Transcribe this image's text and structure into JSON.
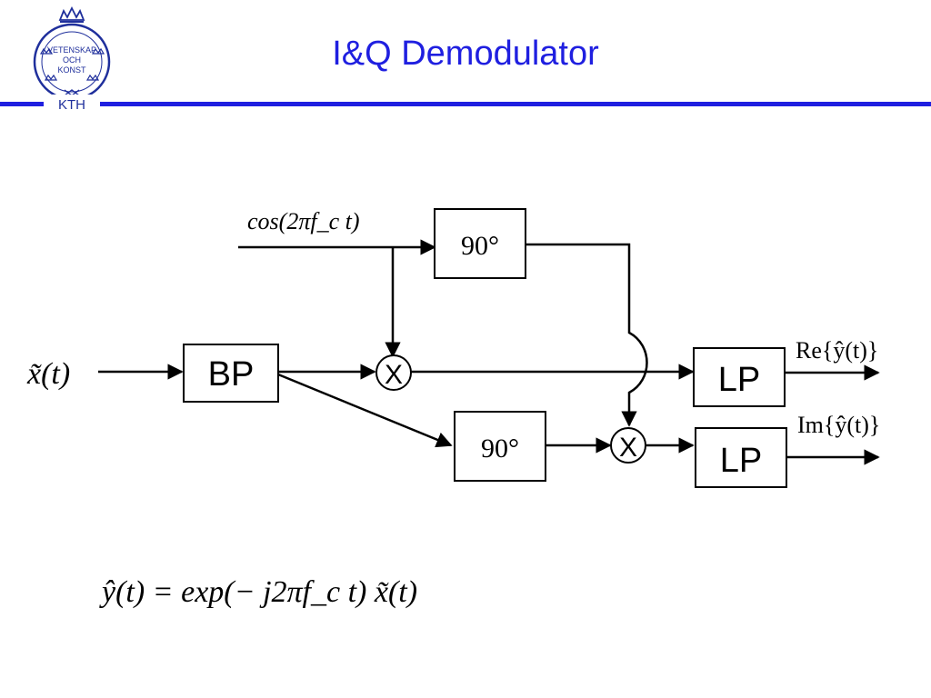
{
  "slide": {
    "title": "I&Q Demodulator",
    "logo": {
      "lines": [
        "VETENSKAP",
        "OCH",
        "KONST"
      ],
      "label": "KTH"
    }
  },
  "diagram": {
    "input_signal": "x̃(t)",
    "carrier_label": "cos(2πf_c t)",
    "bandpass_block": "BP",
    "phase_shift_top": "90°",
    "phase_shift_bottom": "90°",
    "multiplier_top": "X",
    "multiplier_bottom": "X",
    "lowpass_top": "LP",
    "lowpass_bottom": "LP",
    "output_real": "Re{ŷ(t)}",
    "output_imag": "Im{ŷ(t)}"
  },
  "equation": "ŷ(t) = exp(− j2πf_c t) x̃(t)"
}
